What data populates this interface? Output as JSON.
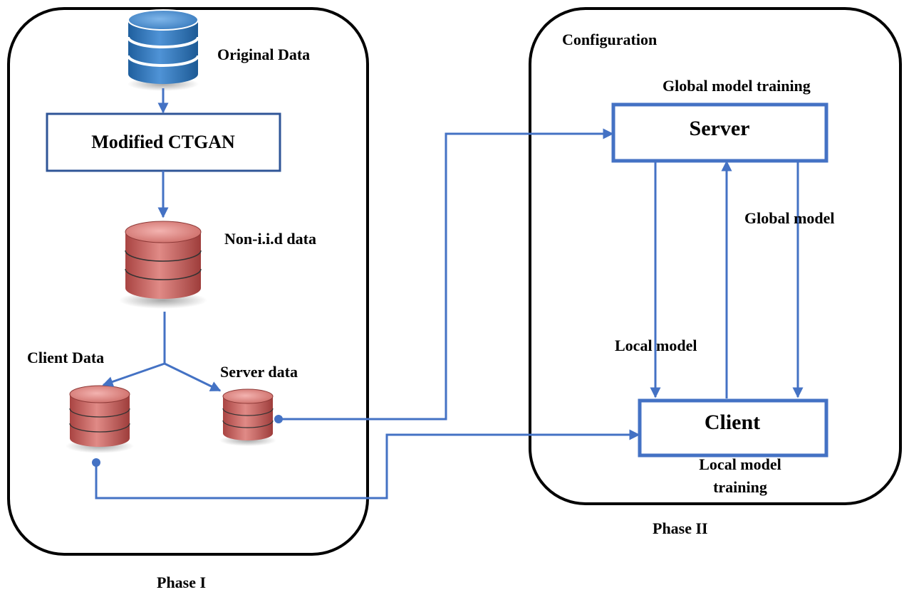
{
  "phase1": {
    "title": "Phase I",
    "original_data_label": "Original Data",
    "ctgan_label": "Modified CTGAN",
    "noniid_label": "Non-i.i.d data",
    "client_data_label": "Client Data",
    "server_data_label": "Server data"
  },
  "phase2": {
    "title": "Phase II",
    "configuration_label": "Configuration",
    "global_training_label": "Global model training",
    "server_label": "Server",
    "client_label": "Client",
    "global_model_label": "Global model",
    "local_model_label": "Local model",
    "local_training_line1": "Local model",
    "local_training_line2": "training"
  },
  "colors": {
    "arrow": "#4472c4",
    "original_db": "#2e75b6",
    "derived_db": "#c0504d",
    "box_border": "#4472c4",
    "ctgan_border": "#2f5597"
  },
  "icons": {
    "original_db": "database-icon",
    "derived_db": "database-icon"
  }
}
